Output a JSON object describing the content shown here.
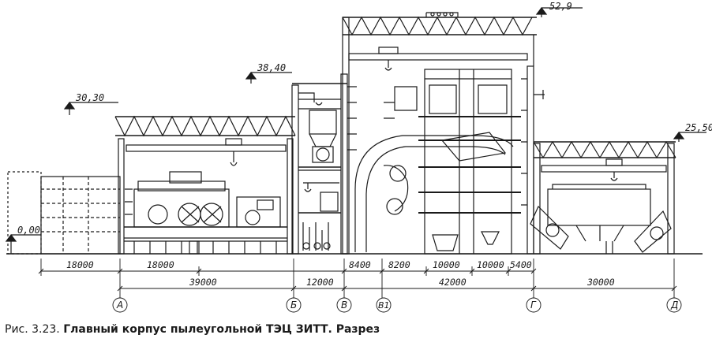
{
  "caption": {
    "number": "Рис. 3.23.",
    "text": "Главный корпус пылеугольной ТЭЦ ЗИТТ. Разрез"
  },
  "elevations": [
    "0,00",
    "30,30",
    "38,40",
    "52,9",
    "25,50"
  ],
  "dimensions_row1": [
    "18000",
    "18000",
    "8400",
    "8200",
    "10000",
    "10000",
    "5400"
  ],
  "dimensions_row2": [
    "39000",
    "12000",
    "42000",
    "30000"
  ],
  "axes": [
    "А",
    "Б",
    "В",
    "В1",
    "Г",
    "Д"
  ]
}
